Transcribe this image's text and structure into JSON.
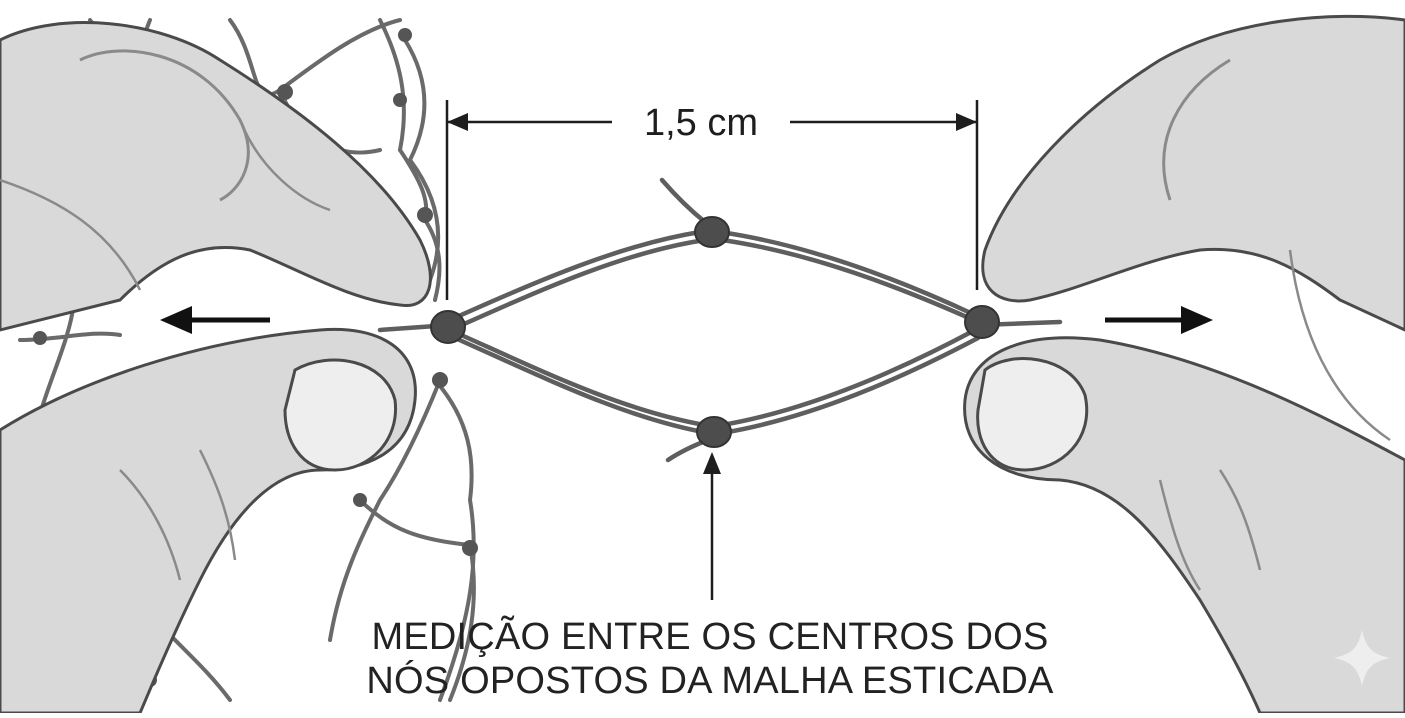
{
  "measurement": {
    "label": "1,5 cm"
  },
  "caption": {
    "line1": "MEDIÇÃO ENTRE OS CENTROS DOS",
    "line2": "NÓS OPOSTOS DA MALHA ESTICADA"
  },
  "pull_arrows": {
    "left_direction": "left",
    "right_direction": "right"
  },
  "colors": {
    "background": "#ffffff",
    "hand_fill": "#d9d9d9",
    "hand_shadow": "#b5b5b5",
    "hand_outline": "#4a4a4a",
    "cord": "#5e5e5e",
    "knot": "#4d4d4d",
    "text": "#222222"
  }
}
